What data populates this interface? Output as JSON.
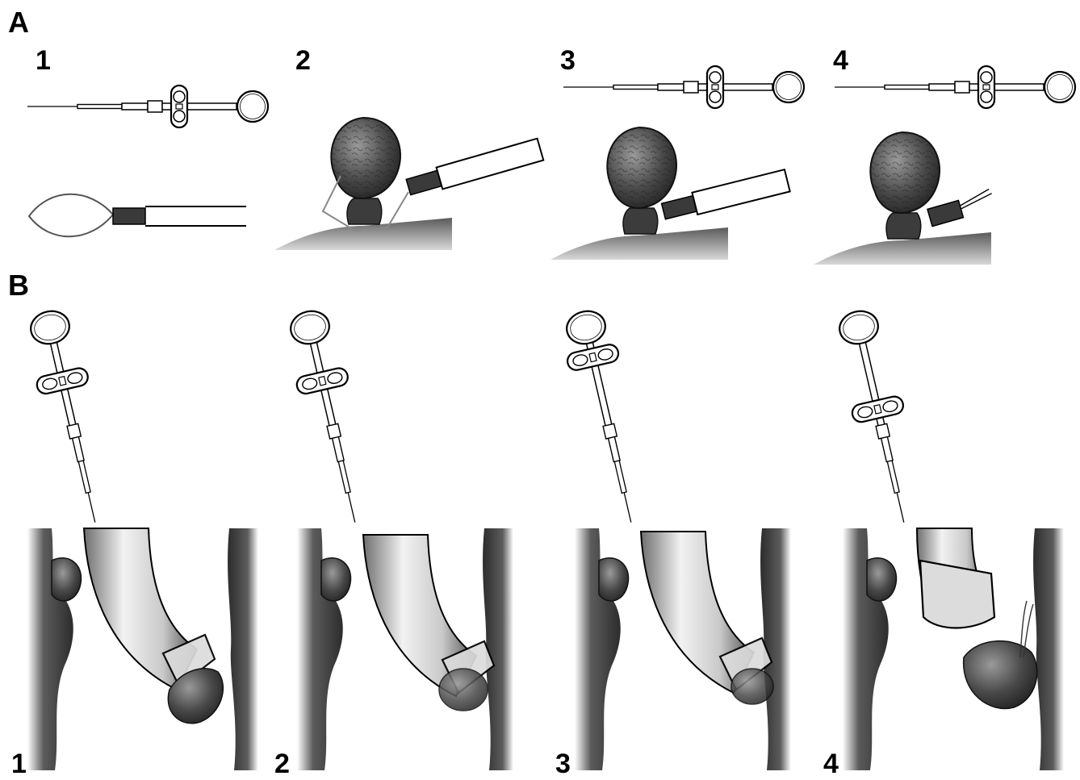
{
  "figure": {
    "section_a": {
      "label": "A",
      "steps": [
        "1",
        "2",
        "3",
        "4"
      ]
    },
    "section_b": {
      "label": "B",
      "steps": [
        "1",
        "2",
        "3",
        "4"
      ]
    }
  },
  "palette": {
    "ink": "#000000",
    "tissue_dark": "#3a3a3a",
    "tissue_mid": "#7a7a7a",
    "tube_light": "#e6e6e6",
    "paper": "#ffffff"
  },
  "icons": [
    "snare-handle-icon",
    "snare-loop-icon",
    "endoscope-tube-icon",
    "polyp-icon",
    "bowel-wall-icon"
  ]
}
